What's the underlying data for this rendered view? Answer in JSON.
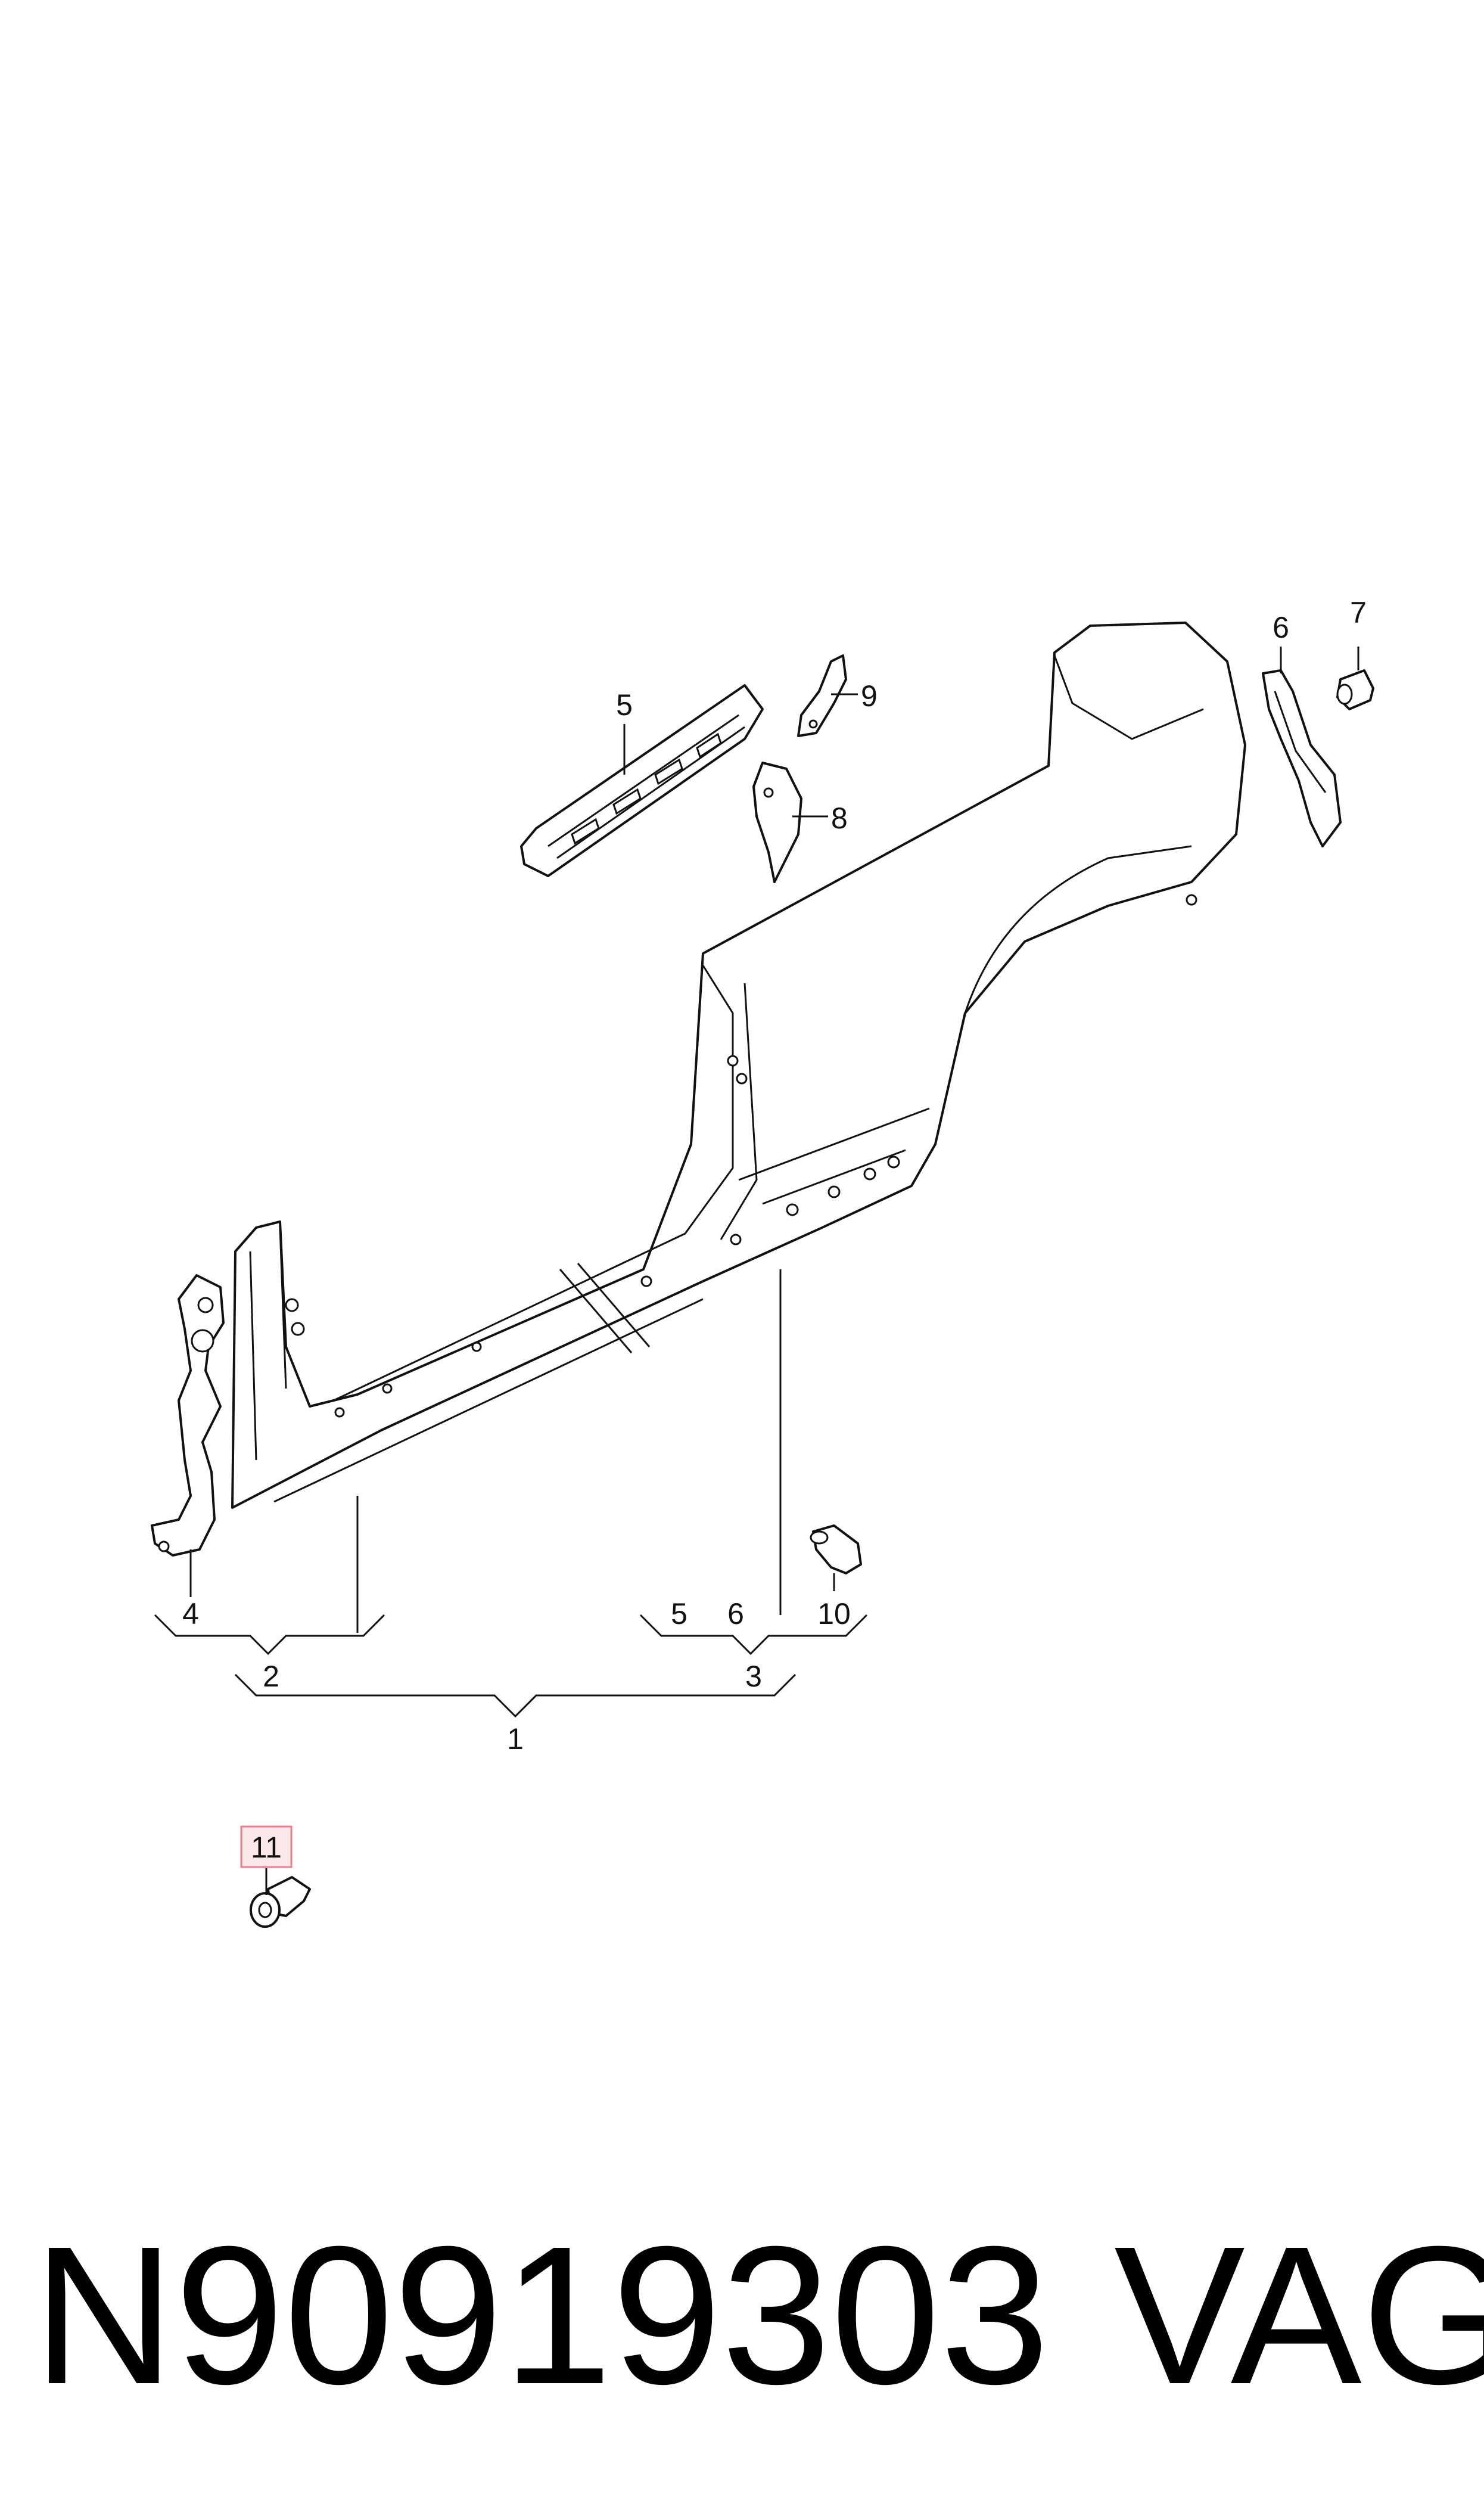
{
  "callouts": {
    "c1": "1",
    "c2": "2",
    "c3": "3",
    "c4": "4",
    "c5_top": "5",
    "c5_bottom": "5",
    "c6_top": "6",
    "c6_bottom": "6",
    "c7": "7",
    "c8": "8",
    "c9": "9",
    "c10": "10",
    "c11": "11"
  },
  "highlighted_callout": "11",
  "footer": {
    "part_number": "N90919303",
    "brand": "VAG"
  },
  "colors": {
    "line": "#111111",
    "highlight_fill": "#fde8ea",
    "highlight_border": "#e8808c"
  }
}
